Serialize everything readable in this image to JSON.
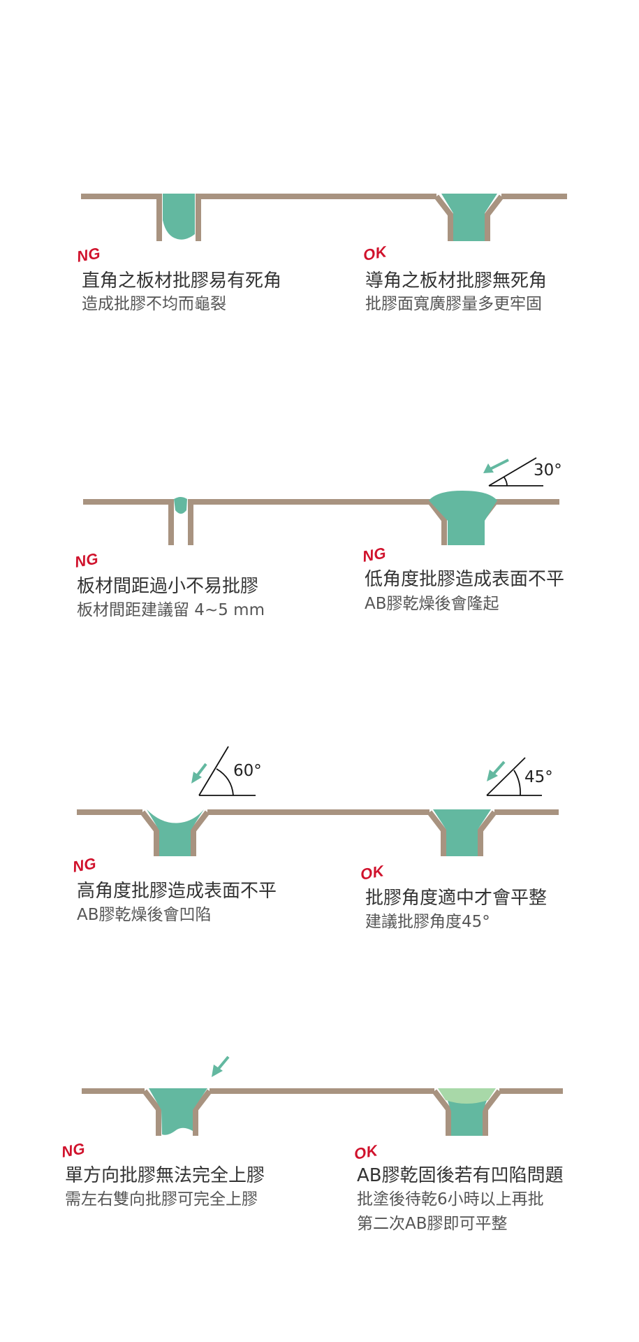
{
  "colors": {
    "board": "#a89380",
    "glue": "#63b8a0",
    "glue_light": "#a8d8a8",
    "ng": "#d0122c",
    "ok": "#d0122c",
    "arrow": "#63b8a0"
  },
  "panels": [
    {
      "tag": "NG",
      "title": "直角之板材批膠易有死角",
      "lines": [
        "造成批膠不均而龜裂"
      ]
    },
    {
      "tag": "OK",
      "title": "導角之板材批膠無死角",
      "lines": [
        "批膠面寬廣膠量多更牢固"
      ]
    },
    {
      "tag": "NG",
      "title": "板材間距過小不易批膠",
      "lines": [
        "板材間距建議留 4~5 mm"
      ]
    },
    {
      "tag": "NG",
      "title": "低角度批膠造成表面不平",
      "lines": [
        "AB膠乾燥後會隆起"
      ],
      "angle": "30°"
    },
    {
      "tag": "NG",
      "title": "高角度批膠造成表面不平",
      "lines": [
        "AB膠乾燥後會凹陷"
      ],
      "angle": "60°"
    },
    {
      "tag": "OK",
      "title": "批膠角度適中才會平整",
      "lines": [
        "建議批膠角度45°"
      ],
      "angle": "45°"
    },
    {
      "tag": "NG",
      "title": "單方向批膠無法完全上膠",
      "lines": [
        "需左右雙向批膠可完全上膠"
      ]
    },
    {
      "tag": "OK",
      "title": "AB膠乾固後若有凹陷問題",
      "lines": [
        "批塗後待乾6小時以上再批",
        "第二次AB膠即可平整"
      ]
    }
  ]
}
